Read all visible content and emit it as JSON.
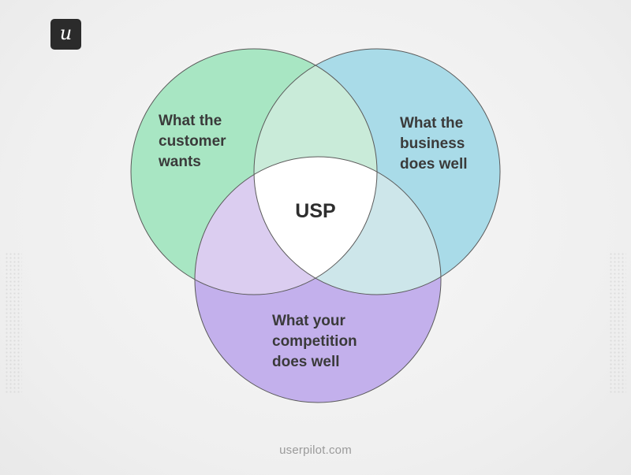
{
  "logo": {
    "letter": "u"
  },
  "colors": {
    "customer": "#a8e6c3",
    "business": "#a9dbe8",
    "competition": "#c3b0ec",
    "usp": "#ffffff",
    "outline": "#5a5a5a"
  },
  "diagram": {
    "circles": [
      {
        "id": "customer",
        "lines": [
          "What the",
          "customer",
          "wants"
        ]
      },
      {
        "id": "business",
        "lines": [
          "What the",
          "business",
          "does well"
        ]
      },
      {
        "id": "competition",
        "lines": [
          "What your",
          "competition",
          "does well"
        ]
      }
    ],
    "center_label": "USP"
  },
  "footer": {
    "text": "userpilot.com"
  }
}
